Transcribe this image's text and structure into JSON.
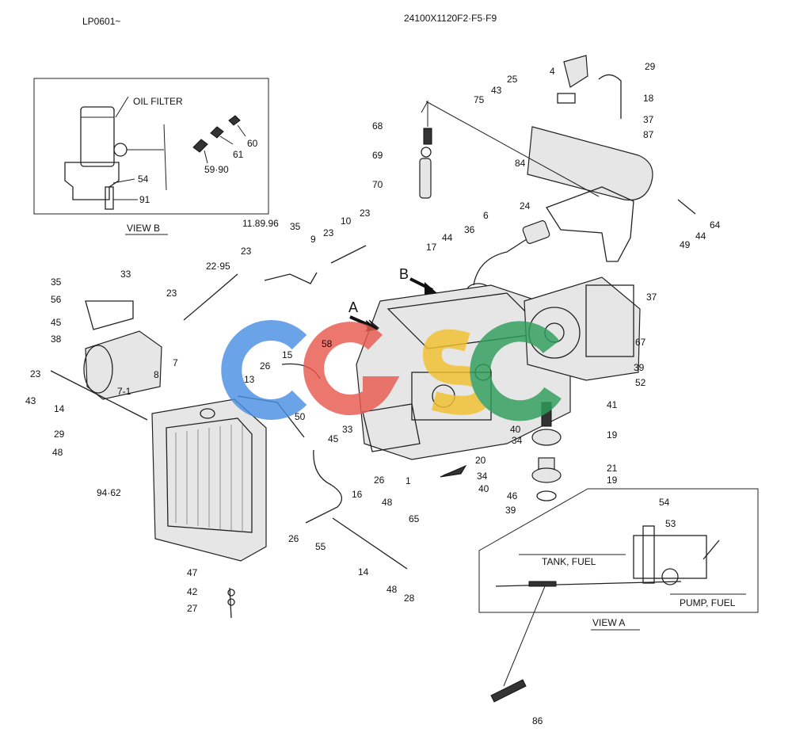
{
  "header": {
    "left_code": "LP0601~",
    "right_code": "24100X1120F2·F5·F9"
  },
  "view_b": {
    "title": "VIEW B",
    "callout": "OIL FILTER",
    "labels": [
      "60",
      "61",
      "59·90",
      "54",
      "91"
    ]
  },
  "view_a": {
    "title": "VIEW A",
    "tank_label": "TANK, FUEL",
    "pump_label": "PUMP, FUEL",
    "labels": [
      "54",
      "53"
    ]
  },
  "arrows": {
    "a": "A",
    "b": "B"
  },
  "watermark": {
    "text": "CGSC",
    "colors": [
      "#4a90e2",
      "#e85a4f",
      "#f2c12e",
      "#2e9e5b"
    ]
  },
  "part_labels": [
    "4",
    "29",
    "25",
    "43",
    "75",
    "18",
    "37",
    "87",
    "68",
    "69",
    "70",
    "84",
    "64",
    "44",
    "49",
    "24",
    "6",
    "36",
    "44",
    "17",
    "37",
    "67",
    "11.89.96",
    "35",
    "10",
    "23",
    "9",
    "23",
    "23",
    "22·95",
    "23",
    "35",
    "33",
    "56",
    "45",
    "38",
    "7",
    "8",
    "7-1",
    "23",
    "43",
    "14",
    "29",
    "48",
    "58",
    "15",
    "26",
    "13",
    "50",
    "33",
    "45",
    "16",
    "26",
    "94·62",
    "26",
    "55",
    "48",
    "65",
    "14",
    "48",
    "28",
    "47",
    "42",
    "27",
    "39",
    "52",
    "41",
    "40",
    "34",
    "19",
    "21",
    "19",
    "46",
    "39",
    "20",
    "34",
    "40",
    "1",
    "86"
  ]
}
